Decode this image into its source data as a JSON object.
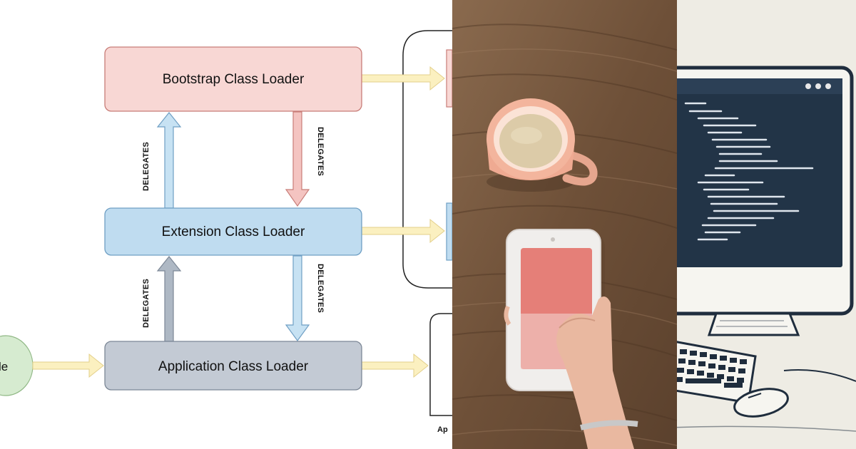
{
  "diagram": {
    "bootstrap_label": "Bootstrap Class Loader",
    "extension_label": "Extension Class Loader",
    "application_label": "Application Class Loader",
    "delegates_label": "DELEGATES",
    "source_label_partial": "le",
    "bottom_caption_partial": "Ap",
    "colors": {
      "bootstrap_fill": "#f8d7d4",
      "bootstrap_stroke": "#c87d78",
      "extension_fill": "#bfdcf0",
      "extension_stroke": "#6f9fc4",
      "application_fill": "#c3cad4",
      "application_stroke": "#7c8796",
      "source_fill": "#d6ebd0",
      "source_stroke": "#8fb784",
      "yellow_arrow": "#fbf0c0",
      "blue_arrow": "#c7e2f3",
      "red_arrow": "#f4c4c1",
      "gray_arrow": "#aeb8c4"
    }
  },
  "photo": {
    "description_icons": [
      "coffee-mug-icon",
      "smartphone-icon",
      "hand-icon"
    ]
  },
  "sketch": {
    "description_icons": [
      "monitor-icon",
      "keyboard-icon",
      "mouse-icon"
    ]
  }
}
